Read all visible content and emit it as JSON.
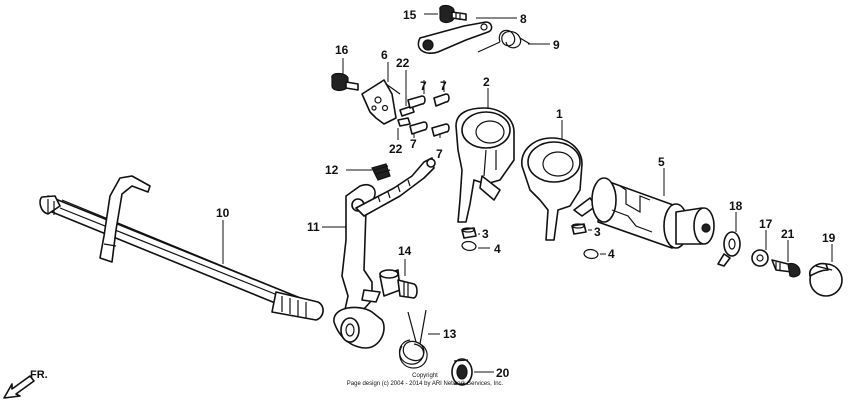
{
  "diagram": {
    "callouts": {
      "p1": "1",
      "p2": "2",
      "p3a": "3",
      "p3b": "3",
      "p4a": "4",
      "p4b": "4",
      "p5": "5",
      "p6": "6",
      "p7a": "7",
      "p7b": "7",
      "p7c": "7",
      "p7d": "7",
      "p8": "8",
      "p9": "9",
      "p10": "10",
      "p11": "11",
      "p12": "12",
      "p13": "13",
      "p14": "14",
      "p15": "15",
      "p16": "16",
      "p17": "17",
      "p18": "18",
      "p19": "19",
      "p20": "20",
      "p21": "21",
      "p22a": "22",
      "p22b": "22"
    },
    "direction_label": "FR.",
    "copyright_line1": "Copyright",
    "copyright_line2": "Page design (c) 2004 - 2014 by ARI Network Services, Inc."
  }
}
